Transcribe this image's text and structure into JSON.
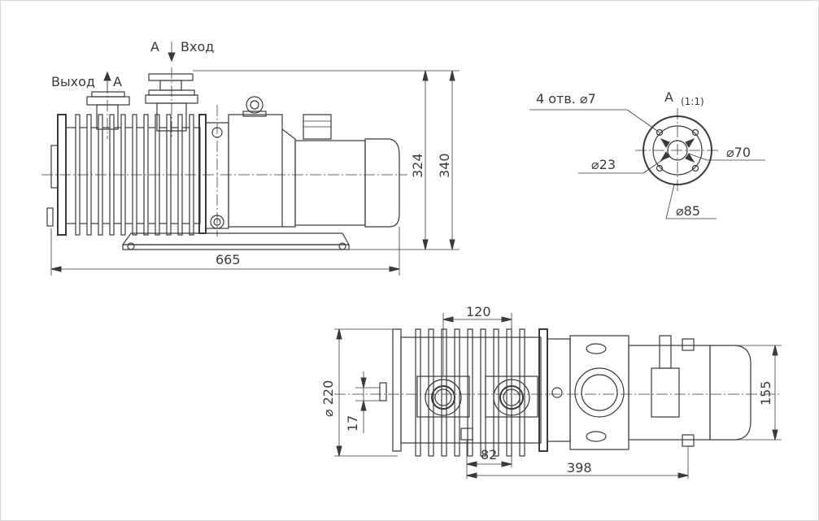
{
  "side_view": {
    "inlet_label": "Вход",
    "outlet_label": "Выход",
    "section_mark_inlet": "A",
    "section_mark_outlet": "A",
    "dim_length": "665",
    "dim_height_1": "324",
    "dim_height_2": "340"
  },
  "detail_view": {
    "title": "A",
    "scale": "(1:1)",
    "holes_label": "4 отв. ⌀7",
    "dim_d23": "⌀23",
    "dim_d70": "⌀70",
    "dim_d85": "⌀85"
  },
  "top_view": {
    "dim_120": "120",
    "dim_d220": "⌀ 220",
    "dim_17": "17",
    "dim_82": "82",
    "dim_398": "398",
    "dim_155": "155"
  }
}
